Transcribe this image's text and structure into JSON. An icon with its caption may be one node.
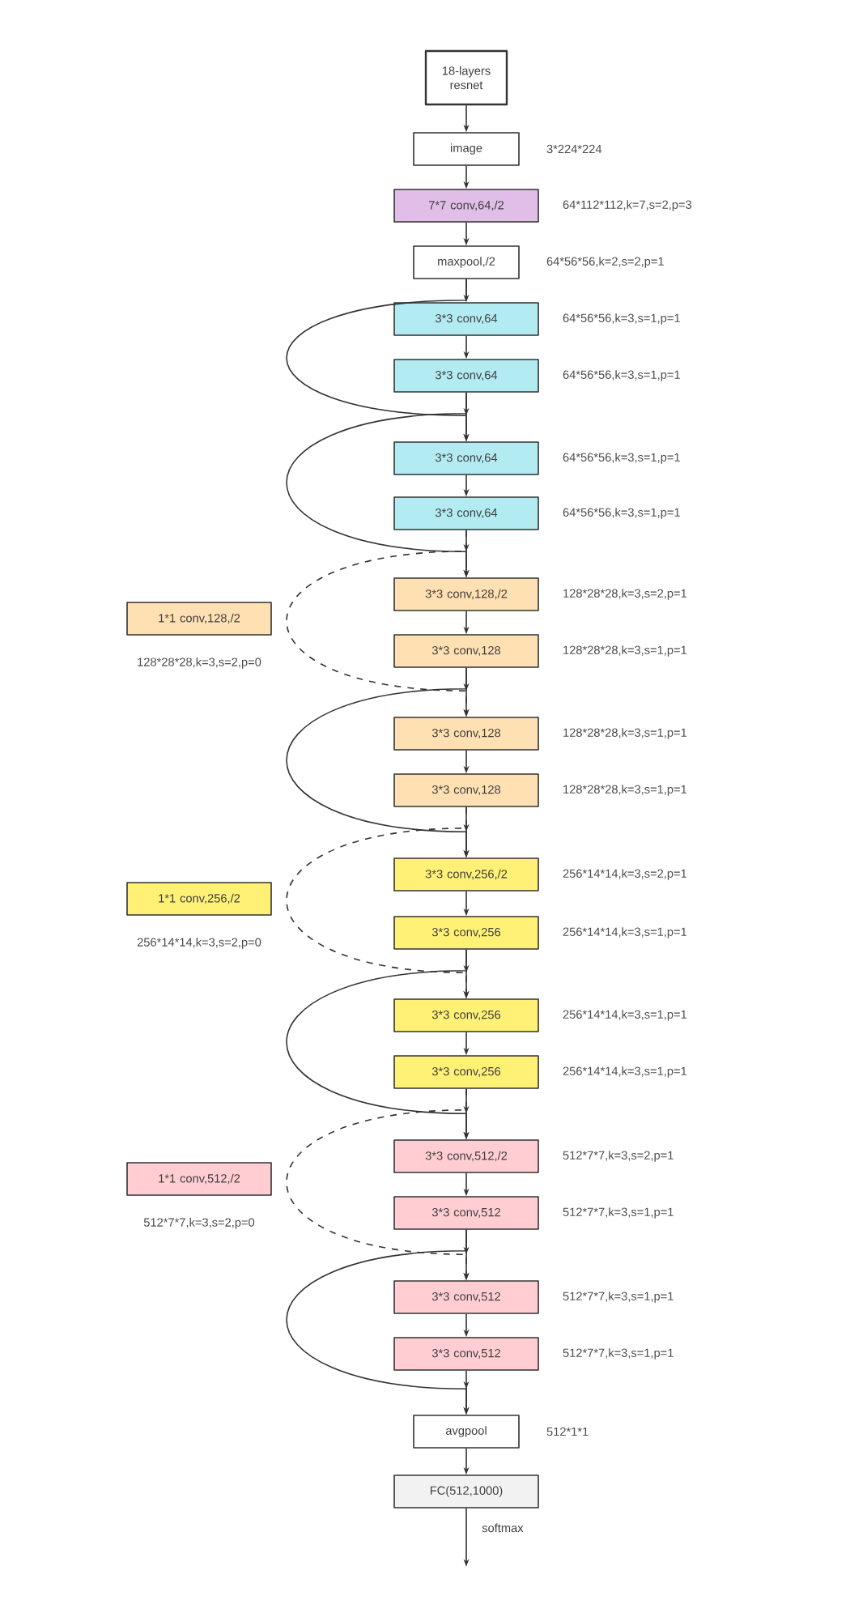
{
  "diagram": {
    "nodes": [
      {
        "text": [
          "18-layers resnet"
        ]
      },
      {
        "text": [
          "image"
        ],
        "beside": [
          "3*224*224"
        ]
      },
      {
        "text": [
          "7*7 conv,64,/2"
        ],
        "beside": [
          "64*112*112,k=7,s=2,p=3"
        ]
      },
      {
        "text": [
          "maxpool,/2"
        ],
        "beside": [
          "64*56*56,k=2,s=2,p=1"
        ]
      },
      {
        "text": [
          "3*3 conv,64"
        ],
        "beside": [
          "64*56*56,k=3,s=1,p=1"
        ]
      },
      {
        "text": [
          "3*3 conv,64"
        ],
        "beside": [
          "64*56*56,k=3,s=1,p=1"
        ]
      },
      {
        "text": [
          "3*3 conv,64"
        ],
        "beside": [
          "64*56*56,k=3,s=1,p=1"
        ]
      },
      {
        "text": [
          "3*3 conv,64"
        ],
        "beside": [
          "64*56*56,k=3,s=1,p=1"
        ]
      },
      {
        "text": [
          "3*3 conv,128,/2"
        ],
        "beside": [
          "128*28*28,k=3,s=2,p=1"
        ]
      },
      {
        "text": [
          "1*1 conv,128,/2"
        ],
        "beside": [
          "128*28*28,k=3,s=2,p=0"
        ]
      },
      {
        "text": [
          "3*3 conv,128"
        ],
        "beside": [
          "128*28*28,k=3,s=1,p=1"
        ]
      },
      {
        "text": [
          "3*3 conv,128"
        ],
        "beside": [
          "128*28*28,k=3,s=1,p=1"
        ]
      },
      {
        "text": [
          "3*3 conv,128"
        ],
        "beside": [
          "128*28*28,k=3,s=1,p=1"
        ]
      },
      {
        "text": [
          "3*3 conv,256,/2"
        ],
        "beside": [
          "256*14*14,k=3,s=2,p=1"
        ]
      },
      {
        "text": [
          "1*1 conv,256,/2"
        ],
        "beside": [
          "256*14*14,k=3,s=2,p=0"
        ]
      },
      {
        "text": [
          "3*3 conv,256"
        ],
        "beside": [
          "256*14*14,k=3,s=1,p=1"
        ]
      },
      {
        "text": [
          "3*3 conv,256"
        ],
        "beside": [
          "256*14*14,k=3,s=1,p=1"
        ]
      },
      {
        "text": [
          "3*3 conv,256"
        ],
        "beside": [
          "256*14*14,k=3,s=1,p=1"
        ]
      },
      {
        "text": [
          "3*3 conv,512,/2"
        ],
        "beside": [
          "512*7*7,k=3,s=2,p=1"
        ]
      },
      {
        "text": [
          "1*1 conv,512,/2"
        ],
        "beside": [
          "512*7*7,k=3,s=2,p=0"
        ]
      },
      {
        "text": [
          "3*3 conv,512"
        ],
        "beside": [
          "512*7*7,k=3,s=1,p=1"
        ]
      },
      {
        "text": [
          "3*3 conv,512"
        ],
        "beside": [
          "512*7*7,k=3,s=1,p=1"
        ]
      },
      {
        "text": [
          "3*3 conv,512"
        ],
        "beside": [
          "512*7*7,k=3,s=1,p=1"
        ]
      },
      {
        "text": [
          "avgpool"
        ],
        "beside": [
          "512*1*1"
        ]
      },
      {
        "text": [
          "FC(512,1000)"
        ]
      }
    ],
    "edges": [
      {
        "from": 0,
        "to": 1,
        "arrow": "to"
      },
      {
        "from": 1,
        "to": 2,
        "arrow": "to"
      },
      {
        "from": 2,
        "to": 3,
        "arrow": "to"
      },
      {
        "from": 3,
        "to": 4,
        "arrow": "to"
      },
      {
        "from": 4,
        "to": 5,
        "arrow": "to"
      },
      {
        "from": 5,
        "to": 6,
        "arrow": "to"
      },
      {
        "from": 6,
        "to": 7,
        "arrow": "to"
      },
      {
        "from": 7,
        "to": 8,
        "arrow": "to"
      },
      {
        "from": 8,
        "to": 10,
        "arrow": "to"
      },
      {
        "from": 10,
        "to": 11,
        "arrow": "to"
      },
      {
        "from": 11,
        "to": 12,
        "arrow": "to"
      },
      {
        "from": 12,
        "to": 13,
        "arrow": "to"
      },
      {
        "from": 13,
        "to": 15,
        "arrow": "to"
      },
      {
        "from": 15,
        "to": 16,
        "arrow": "to"
      },
      {
        "from": 16,
        "to": 17,
        "arrow": "to"
      },
      {
        "from": 17,
        "to": 18,
        "arrow": "to"
      },
      {
        "from": 18,
        "to": 20,
        "arrow": "to"
      },
      {
        "from": 20,
        "to": 21,
        "arrow": "to"
      },
      {
        "from": 21,
        "to": 22,
        "arrow": "to"
      },
      {
        "from": 22,
        "to": 23,
        "arrow": "to"
      },
      {
        "from": 23,
        "to": 24,
        "arrow": "to"
      },
      {
        "from": 24,
        "to": null,
        "arrow": "to",
        "label": "softmax"
      },
      {
        "from": 3,
        "to": 6,
        "arrow": "to"
      },
      {
        "from": 5,
        "to": 8,
        "arrow": "to"
      },
      {
        "from": 7,
        "to": 11,
        "arrow": "to",
        "style": "dashed"
      },
      {
        "from": 10,
        "to": 13,
        "arrow": "to"
      },
      {
        "from": 12,
        "to": 16,
        "arrow": "to",
        "style": "dashed"
      },
      {
        "from": 15,
        "to": 18,
        "arrow": "to"
      },
      {
        "from": 17,
        "to": 21,
        "arrow": "to",
        "style": "dashed"
      },
      {
        "from": 20,
        "to": 23,
        "arrow": "to"
      }
    ]
  }
}
